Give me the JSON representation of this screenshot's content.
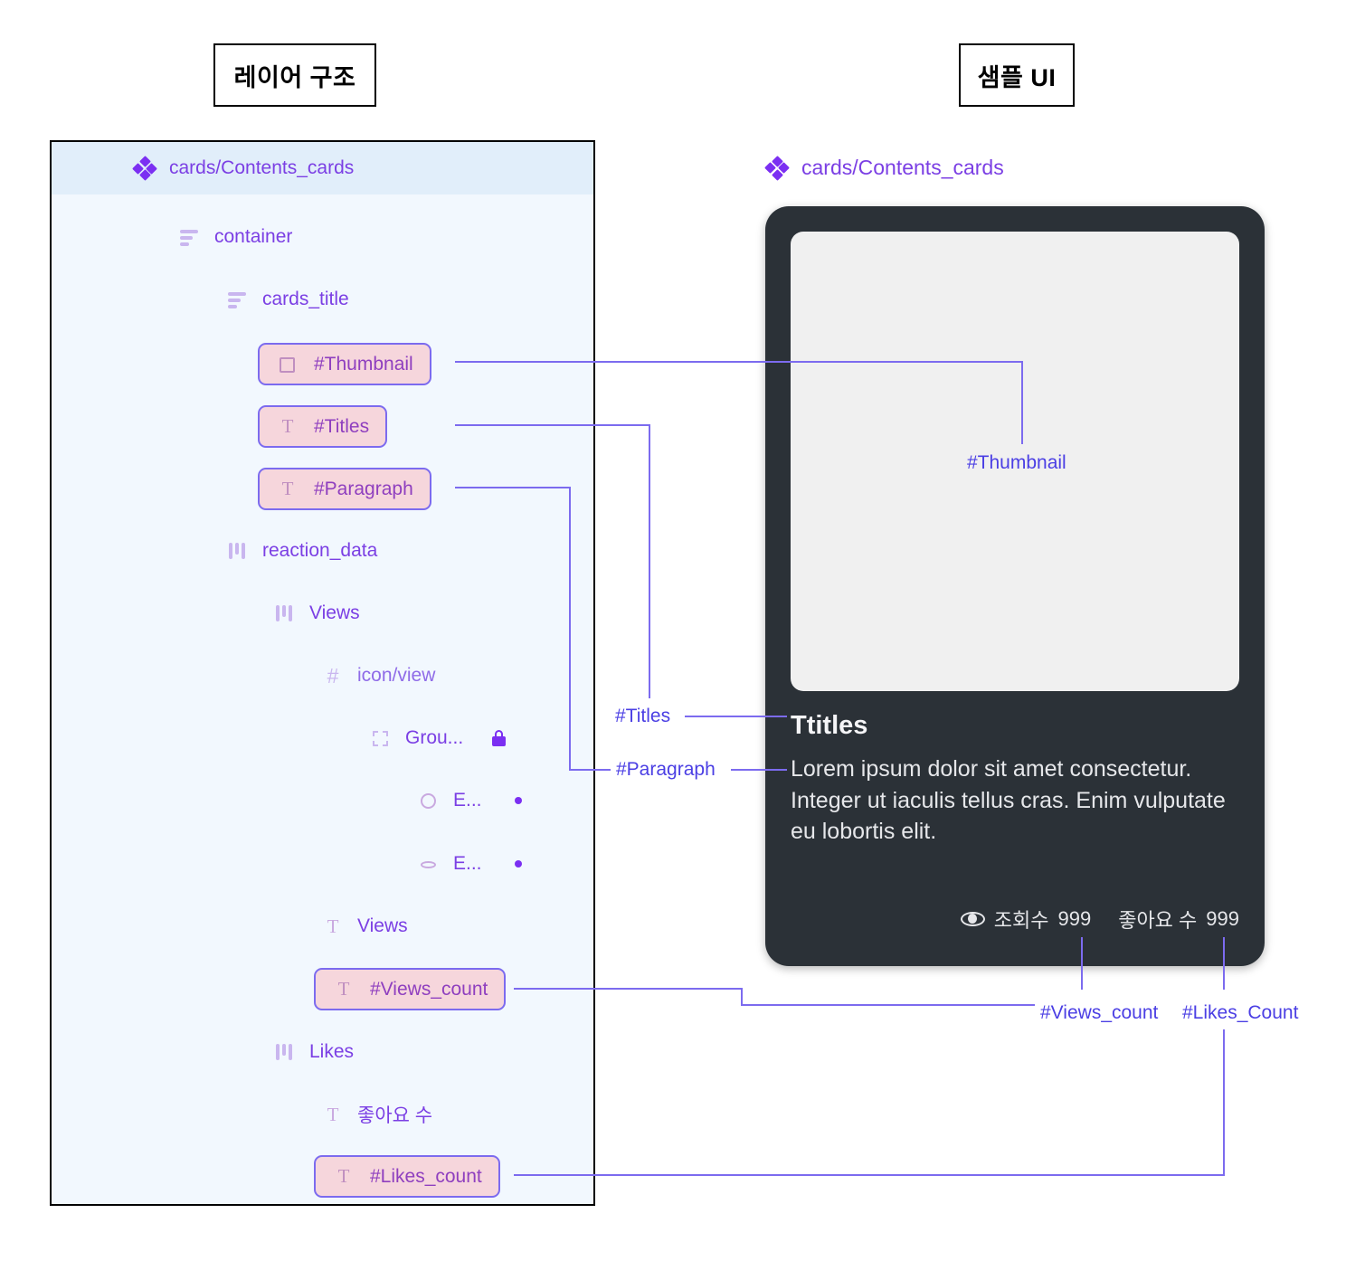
{
  "headers": {
    "left": "레이어 구조",
    "right": "샘플 UI"
  },
  "layer_panel": {
    "root": {
      "label": "cards/Contents_cards",
      "icon": "component-icon",
      "selected": true
    },
    "nodes": [
      {
        "label": "container",
        "icon": "vstack-icon"
      },
      {
        "label": "cards_title",
        "icon": "vstack-icon"
      },
      {
        "label": "#Thumbnail",
        "icon": "rect-icon",
        "highlighted": true
      },
      {
        "label": "#Titles",
        "icon": "text-icon",
        "highlighted": true
      },
      {
        "label": "#Paragraph",
        "icon": "text-icon",
        "highlighted": true
      },
      {
        "label": "reaction_data",
        "icon": "hstack-icon"
      },
      {
        "label": "Views",
        "icon": "hstack-icon"
      },
      {
        "label": "icon/view",
        "icon": "instance-icon"
      },
      {
        "label": "Grou...",
        "icon": "group-icon",
        "badge": "lock-icon"
      },
      {
        "label": "E...",
        "icon": "ellipse-icon",
        "badge": "dot-icon"
      },
      {
        "label": "E...",
        "icon": "ellipse-flat-icon",
        "badge": "dot-icon"
      },
      {
        "label": "Views",
        "icon": "text-icon"
      },
      {
        "label": "#Views_count",
        "icon": "text-icon",
        "highlighted": true
      },
      {
        "label": "Likes",
        "icon": "hstack-icon"
      },
      {
        "label": "좋아요 수",
        "icon": "text-icon"
      },
      {
        "label": "#Likes_count",
        "icon": "text-icon",
        "highlighted": true
      }
    ]
  },
  "sample_ui": {
    "component_label": "cards/Contents_cards",
    "card": {
      "thumbnail_placeholder": "",
      "title": "Ttitles",
      "paragraph": "Lorem ipsum dolor sit amet consectetur. Integer ut iaculis tellus cras. Enim vulputate eu lobortis elit.",
      "stats": [
        {
          "icon": "eye-icon",
          "label": "조회수",
          "value": "999"
        },
        {
          "icon": "",
          "label": "좋아요 수",
          "value": "999"
        }
      ]
    }
  },
  "callouts": {
    "thumbnail": "#Thumbnail",
    "titles": "#Titles",
    "paragraph": "#Paragraph",
    "views_count": "#Views_count",
    "likes_count": "#Likes_Count"
  },
  "colors": {
    "accent_purple": "#7B2FF2",
    "label_purple": "#7B3FE4",
    "connector": "#7C6BEF",
    "callout_text": "#4B3FE4",
    "chip_fill": "#F6D6DC",
    "panel_bg": "#F2F8FE",
    "panel_selected_bg": "#E1EEFA",
    "device_bg": "#2B3137",
    "thumb_bg": "#F0F0F0"
  }
}
